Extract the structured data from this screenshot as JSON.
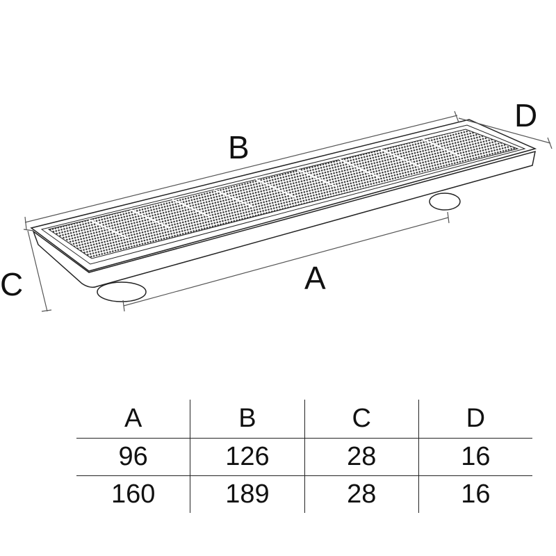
{
  "drawing": {
    "labels": {
      "A": "A",
      "B": "B",
      "C": "C",
      "D": "D"
    }
  },
  "table": {
    "headers": [
      "A",
      "B",
      "C",
      "D"
    ],
    "rows": [
      [
        "96",
        "126",
        "28",
        "16"
      ],
      [
        "160",
        "189",
        "28",
        "16"
      ]
    ]
  }
}
